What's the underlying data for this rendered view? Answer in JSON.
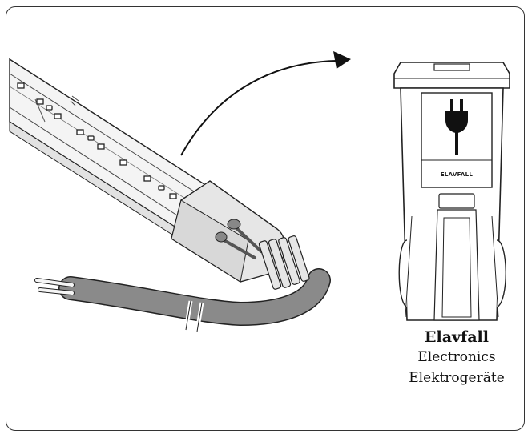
{
  "bin": {
    "sign_label": "ELAVFALL"
  },
  "caption": {
    "title": "Elavfall",
    "line1": "Electronics",
    "line2": "Elektrogeräte"
  },
  "colors": {
    "outline": "#222222",
    "cable": "#8a8a8a",
    "strip": "#f4f4f4",
    "connector": "#e6e6e6"
  }
}
